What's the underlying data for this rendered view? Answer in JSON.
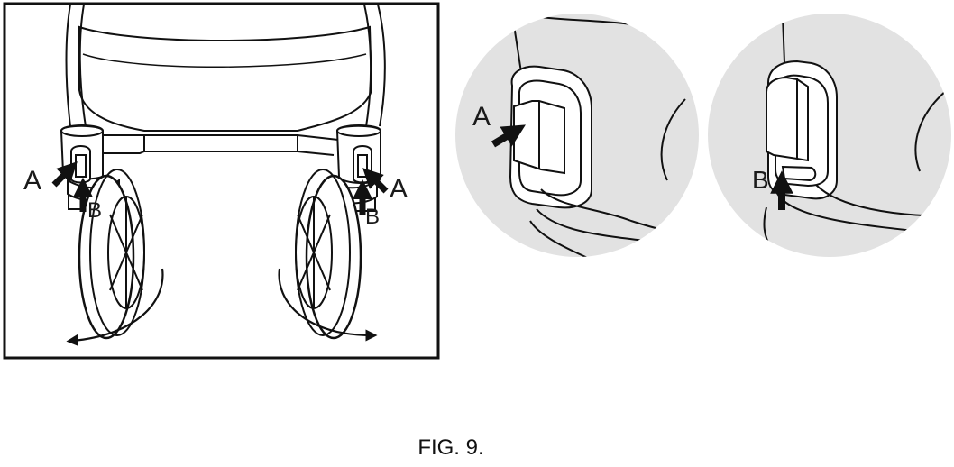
{
  "labels": {
    "a": "A",
    "b": "B"
  },
  "caption": "FIG. 9.",
  "colors": {
    "ink": "#111111",
    "zoom_bg": "#e2e2e2",
    "paper": "#ffffff"
  }
}
